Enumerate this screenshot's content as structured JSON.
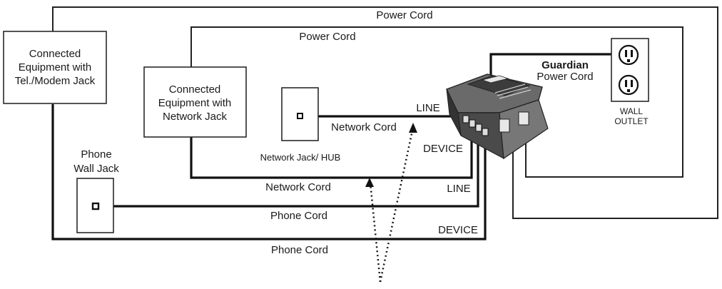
{
  "labels": {
    "power_cord_outer": "Power Cord",
    "power_cord_inner": "Power Cord",
    "equipment_tel_line1": "Connected",
    "equipment_tel_line2": "Equipment with",
    "equipment_tel_line3": "Tel./Modem Jack",
    "equipment_net_line1": "Connected",
    "equipment_net_line2": "Equipment with",
    "equipment_net_line3": "Network Jack",
    "network_jack_hub": "Network Jack/ HUB",
    "network_cord_upper": "Network Cord",
    "network_cord_lower": "Network Cord",
    "line_upper": "LINE",
    "device_upper": "DEVICE",
    "line_lower": "LINE",
    "device_lower": "DEVICE",
    "phone_wall_jack_line1": "Phone",
    "phone_wall_jack_line2": "Wall Jack",
    "phone_cord_upper": "Phone Cord",
    "phone_cord_lower": "Phone Cord",
    "guardian_brand": "Guardian",
    "guardian_power_cord": "Power Cord",
    "wall_outlet_line1": "WALL",
    "wall_outlet_line2": "OUTLET"
  }
}
